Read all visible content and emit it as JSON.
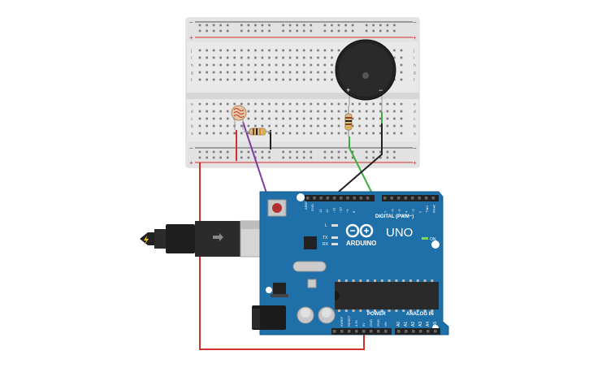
{
  "breadboard": {
    "rail_minus": "−",
    "rail_plus": "+",
    "row_letters_top": [
      "j",
      "i",
      "h",
      "g",
      "f"
    ],
    "row_letters_bottom": [
      "e",
      "d",
      "c",
      "b",
      "a"
    ],
    "column_count": 30
  },
  "buzzer": {
    "plus_label": "+",
    "minus_label": "−"
  },
  "arduino": {
    "brand": "ARDUINO",
    "model": "UNO",
    "on_label": "ON",
    "tx_label": "TX",
    "rx_label": "RX",
    "l_label": "L",
    "aref_label": "AREF",
    "gnd_label": "GND",
    "digital_label": "DIGITAL (PWM~)",
    "digital_pins": [
      "13",
      "12",
      "~11",
      "~10",
      "~9",
      "8",
      "7",
      "~6",
      "~5",
      "4",
      "~3",
      "2",
      "TX▸1",
      "RX◂0"
    ],
    "power_label": "POWER",
    "analog_label": "ANALOG IN",
    "power_pins": [
      "IOREF",
      "RESET",
      "3.3V",
      "5V",
      "GND",
      "GND",
      "Vin"
    ],
    "analog_pins": [
      "A0",
      "A1",
      "A2",
      "A3",
      "A4",
      "A5"
    ]
  },
  "colors": {
    "board_blue": "#1f6fa8",
    "wire_red": "#d32f2f",
    "wire_purple": "#7b3fa0",
    "wire_green": "#3fae3f",
    "wire_black": "#222222"
  },
  "icons": [
    "usb-cable-icon",
    "bolt-icon",
    "arduino-infinity-logo-icon"
  ]
}
